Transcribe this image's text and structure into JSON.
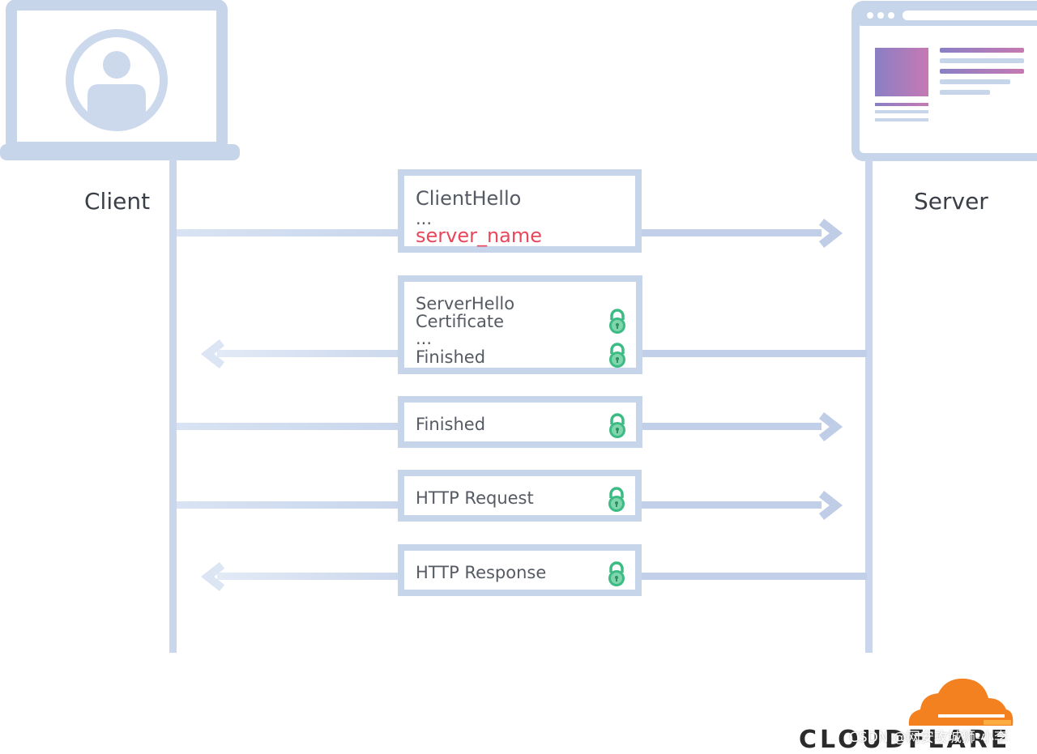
{
  "client": {
    "label": "Client"
  },
  "server": {
    "label": "Server"
  },
  "messages": [
    {
      "lines": [
        "ClientHello",
        "...",
        "server_name"
      ],
      "highlight_line": "server_name",
      "highlight_color": "#e8475c",
      "direction": "client-to-server",
      "locked": false
    },
    {
      "lines": [
        "ServerHello",
        "Certificate",
        "...",
        "Finished"
      ],
      "direction": "server-to-client",
      "locked": true
    },
    {
      "lines": [
        "Finished"
      ],
      "direction": "client-to-server",
      "locked": true
    },
    {
      "lines": [
        "HTTP Request"
      ],
      "direction": "client-to-server",
      "locked": true
    },
    {
      "lines": [
        "HTTP Response"
      ],
      "direction": "server-to-client",
      "locked": true
    }
  ],
  "colors": {
    "line": "#c9d6ec",
    "lock": "#3dbb84",
    "accent_pink": "#e8475c",
    "cloudflare_orange": "#f48120"
  },
  "icons": {
    "client": "laptop-user-icon",
    "server": "browser-window-icon",
    "lock": "padlock-icon"
  },
  "branding": {
    "logo_text": "CLOUDFLARE",
    "watermark": "CSDN @网安攻城狮-小李"
  }
}
